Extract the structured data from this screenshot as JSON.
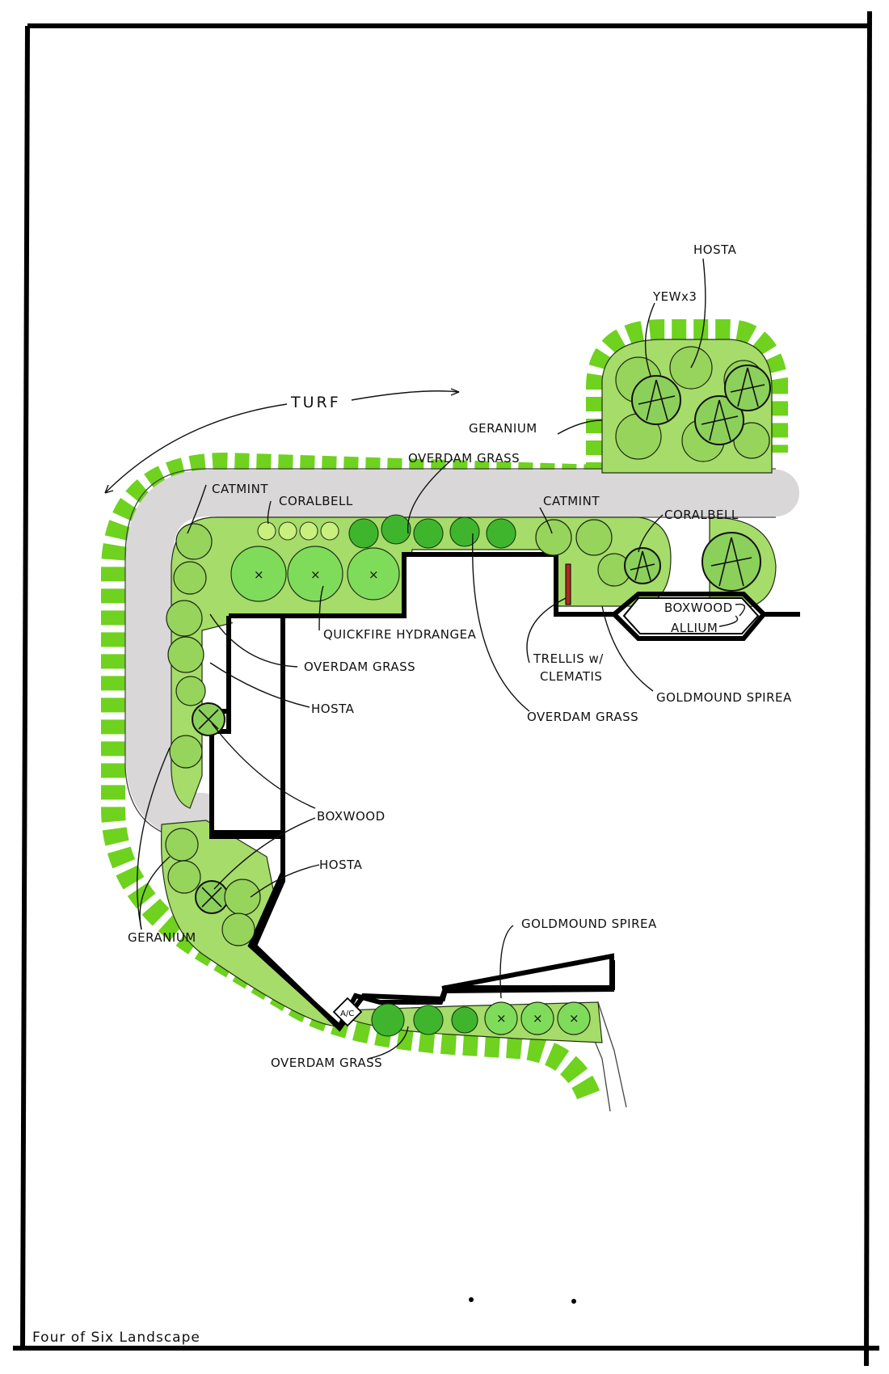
{
  "title": "Four of Six Landscape",
  "labels": {
    "turf": "TURF",
    "hosta_top": "HOSTA",
    "yew": "YEWx3",
    "geranium_top": "GERANIUM",
    "overdam_top": "OVERDAM GRASS",
    "catmint_left": "CATMINT",
    "coralbell_left": "CORALBELL",
    "catmint_right": "CATMINT",
    "coralbell_right": "CORALBELL",
    "boxwood_right": "BOXWOOD",
    "allium": "ALLIUM",
    "quickfire": "QUICKFIRE HYDRANGEA",
    "overdam_left": "OVERDAM GRASS",
    "hosta_left": "HOSTA",
    "trellis_1": "TRELLIS w/",
    "trellis_2": "CLEMATIS",
    "goldmound_right": "GOLDMOUND SPIREA",
    "overdam_mid": "OVERDAM GRASS",
    "boxwood_left": "BOXWOOD",
    "hosta_lower": "HOSTA",
    "geranium_left": "GERANIUM",
    "goldmound_bottom": "GOLDMOUND SPIREA",
    "overdam_bottom": "OVERDAM GRASS",
    "ac": "A/C"
  },
  "colors": {
    "turf_border": "#6ed21e",
    "bed_fill": "#a6dc6a",
    "walkway": "#d9d7d7",
    "house_outline": "#000000",
    "trellis": "#b02a1e"
  }
}
